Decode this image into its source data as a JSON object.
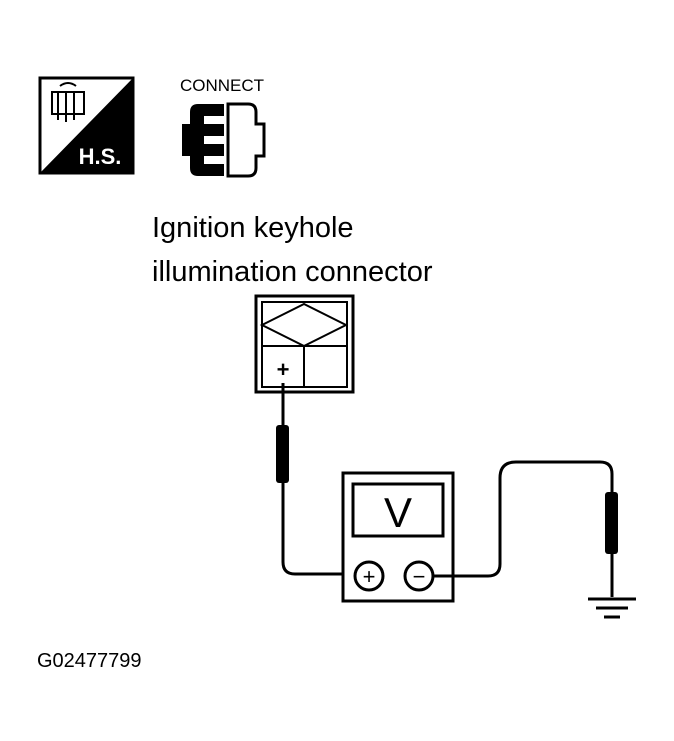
{
  "icons": {
    "harness_badge_text": "H.S.",
    "harness_icon": "harness-side-icon",
    "connect_label": "CONNECT",
    "connect_icon": "connector-connect-icon"
  },
  "title": {
    "line1": "Ignition keyhole",
    "line2": "illumination connector"
  },
  "connector": {
    "terminal_label": "+"
  },
  "meter": {
    "display": "V",
    "positive_symbol": "+",
    "negative_symbol": "−"
  },
  "figure_id": "G02477799",
  "colors": {
    "line": "#000000",
    "background": "#ffffff"
  }
}
